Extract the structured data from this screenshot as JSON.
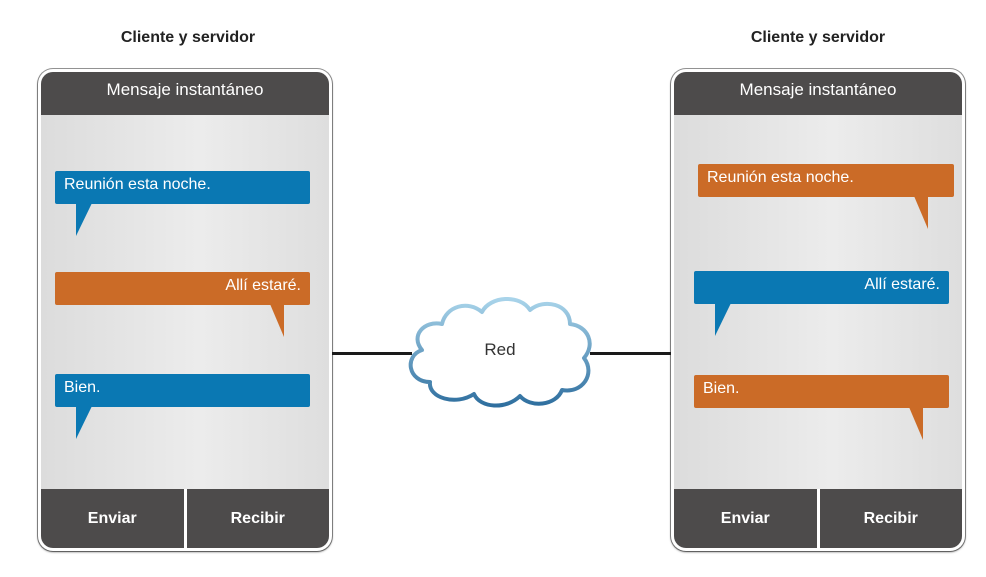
{
  "devices": [
    {
      "title": "Cliente y servidor",
      "app_title": "Mensaje instantáneo",
      "messages": [
        {
          "text": "Reunión esta noche."
        },
        {
          "text": "Allí estaré."
        },
        {
          "text": "Bien."
        }
      ],
      "buttons": {
        "send": "Enviar",
        "receive": "Recibir"
      }
    },
    {
      "title": "Cliente y servidor",
      "app_title": "Mensaje instantáneo",
      "messages": [
        {
          "text": "Reunión esta noche."
        },
        {
          "text": "Allí estaré."
        },
        {
          "text": "Bien."
        }
      ],
      "buttons": {
        "send": "Enviar",
        "receive": "Recibir"
      }
    }
  ],
  "network": {
    "label": "Red"
  },
  "colors": {
    "header": "#4d4b4b",
    "blue_bubble": "#0a78b3",
    "orange_bubble": "#cb6b27",
    "cloud_stroke": "#4a8fbf"
  }
}
